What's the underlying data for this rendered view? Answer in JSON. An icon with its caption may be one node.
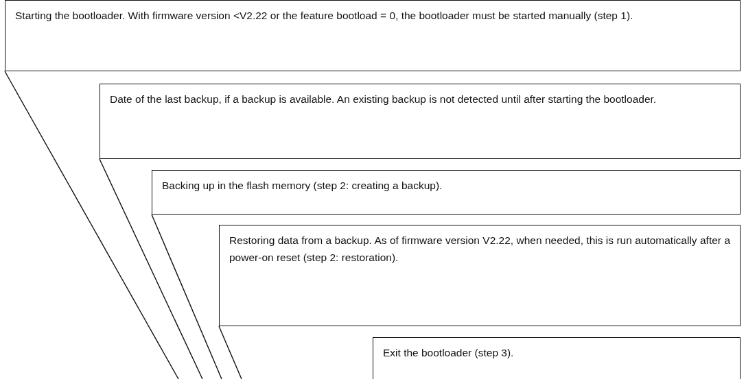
{
  "diagram": {
    "nodes": [
      {
        "text": [
          "Starting the bootloader. With firmware version <V2.22 or the feature bootload = 0, the bootloader must be started manually (step 1)."
        ]
      },
      {
        "text": [
          "Date of the last backup, if a backup is available. An existing backup is not detected until after starting the bootloader."
        ]
      },
      {
        "text": [
          "Backing up in the flash memory (step 2: creating a backup)."
        ]
      },
      {
        "text": [
          "Restoring data from a backup. As of firmware version V2.22, when needed, this is run automatically after a power-on reset (step 2: restoration)."
        ]
      },
      {
        "text": [
          "Exit the bootloader (step 3)."
        ]
      }
    ],
    "edges": [
      {
        "from": 0,
        "to": null,
        "arrow": "none"
      },
      {
        "from": 1,
        "to": null,
        "arrow": "none"
      },
      {
        "from": 2,
        "to": null,
        "arrow": "none"
      },
      {
        "from": 3,
        "to": null,
        "arrow": "none"
      }
    ]
  }
}
